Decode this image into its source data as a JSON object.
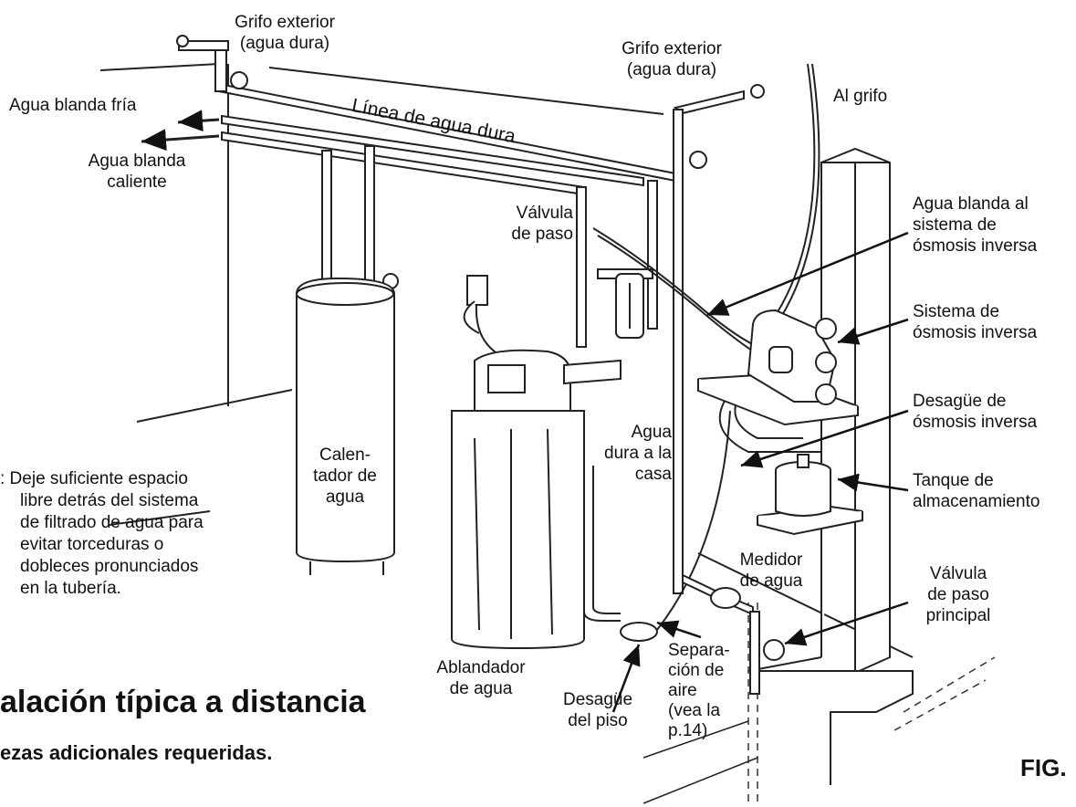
{
  "labels": {
    "grifo_exterior_1": [
      "Grifo exterior",
      "(agua dura)"
    ],
    "grifo_exterior_2": [
      "Grifo exterior",
      "(agua dura)"
    ],
    "agua_blanda_fria": "Agua blanda fría",
    "agua_blanda_caliente": [
      "Agua blanda",
      "caliente"
    ],
    "linea_agua_dura": "Línea de agua dura",
    "al_grifo": "Al grifo",
    "valvula_paso": [
      "Válvula",
      "de paso"
    ],
    "agua_blanda_osmosis": [
      "Agua blanda al",
      "sistema de",
      "ósmosis inversa"
    ],
    "sistema_osmosis": [
      "Sistema de",
      "ósmosis inversa"
    ],
    "desague_osmosis": [
      "Desagüe de",
      "ósmosis inversa"
    ],
    "agua_dura_casa": [
      "Agua",
      "dura a la",
      "casa"
    ],
    "calentador": [
      "Calen-",
      "tador de",
      "agua"
    ],
    "tanque": [
      "Tanque de",
      "almacenamiento"
    ],
    "medidor": [
      "Medidor",
      "de agua"
    ],
    "valvula_principal": [
      "Válvula",
      "de paso",
      "principal"
    ],
    "ablandador": [
      "Ablandador",
      "de agua"
    ],
    "desague_piso": [
      "Desagüe",
      "del piso"
    ],
    "separacion": [
      "Separa-",
      "ción de",
      "aire",
      "(vea la",
      "p.14)"
    ]
  },
  "note": [
    ": Deje suficiente espacio",
    "libre detrás del sistema",
    "de filtrado de agua para",
    "evitar torceduras o",
    "dobleces pronunciados",
    "en la tubería."
  ],
  "title": "alación típica a distancia",
  "subtitle": "ezas adicionales requeridas.",
  "fig_label": "FIG."
}
